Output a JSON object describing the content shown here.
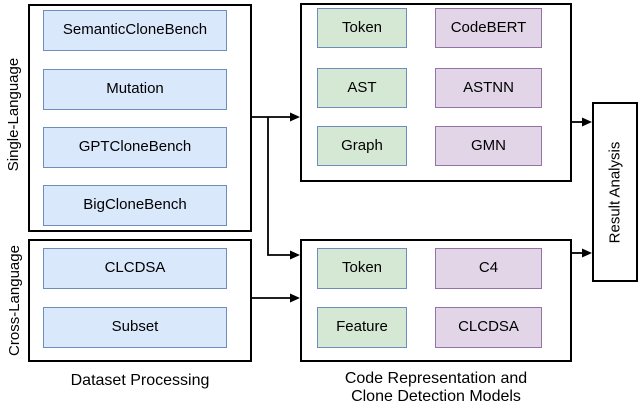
{
  "diagram": {
    "dataset_processing": {
      "caption": "Dataset Processing",
      "single_language": {
        "label": "Single-Language",
        "nodes": [
          "SemanticCloneBench",
          "Mutation",
          "GPTCloneBench",
          "BigCloneBench"
        ]
      },
      "cross_language": {
        "label": "Cross-Language",
        "nodes": [
          "CLCDSA",
          "Subset"
        ]
      }
    },
    "models": {
      "caption_line1": "Code Representation and",
      "caption_line2": "Clone Detection Models",
      "single_language_models": {
        "rows": [
          {
            "representation": "Token",
            "model": "CodeBERT"
          },
          {
            "representation": "AST",
            "model": "ASTNN"
          },
          {
            "representation": "Graph",
            "model": "GMN"
          }
        ]
      },
      "cross_language_models": {
        "rows": [
          {
            "representation": "Token",
            "model": "C4"
          },
          {
            "representation": "Feature",
            "model": "CLCDSA"
          }
        ]
      }
    },
    "result_analysis": {
      "label": "Result Analysis"
    },
    "colors": {
      "dataset_fill": "#dae8fc",
      "dataset_border": "#6c8ebf",
      "representation_fill": "#d5e8d4",
      "representation_border": "#6c8ebf",
      "model_fill": "#e1d5e7",
      "model_border": "#9673a6",
      "line": "#000000"
    }
  }
}
